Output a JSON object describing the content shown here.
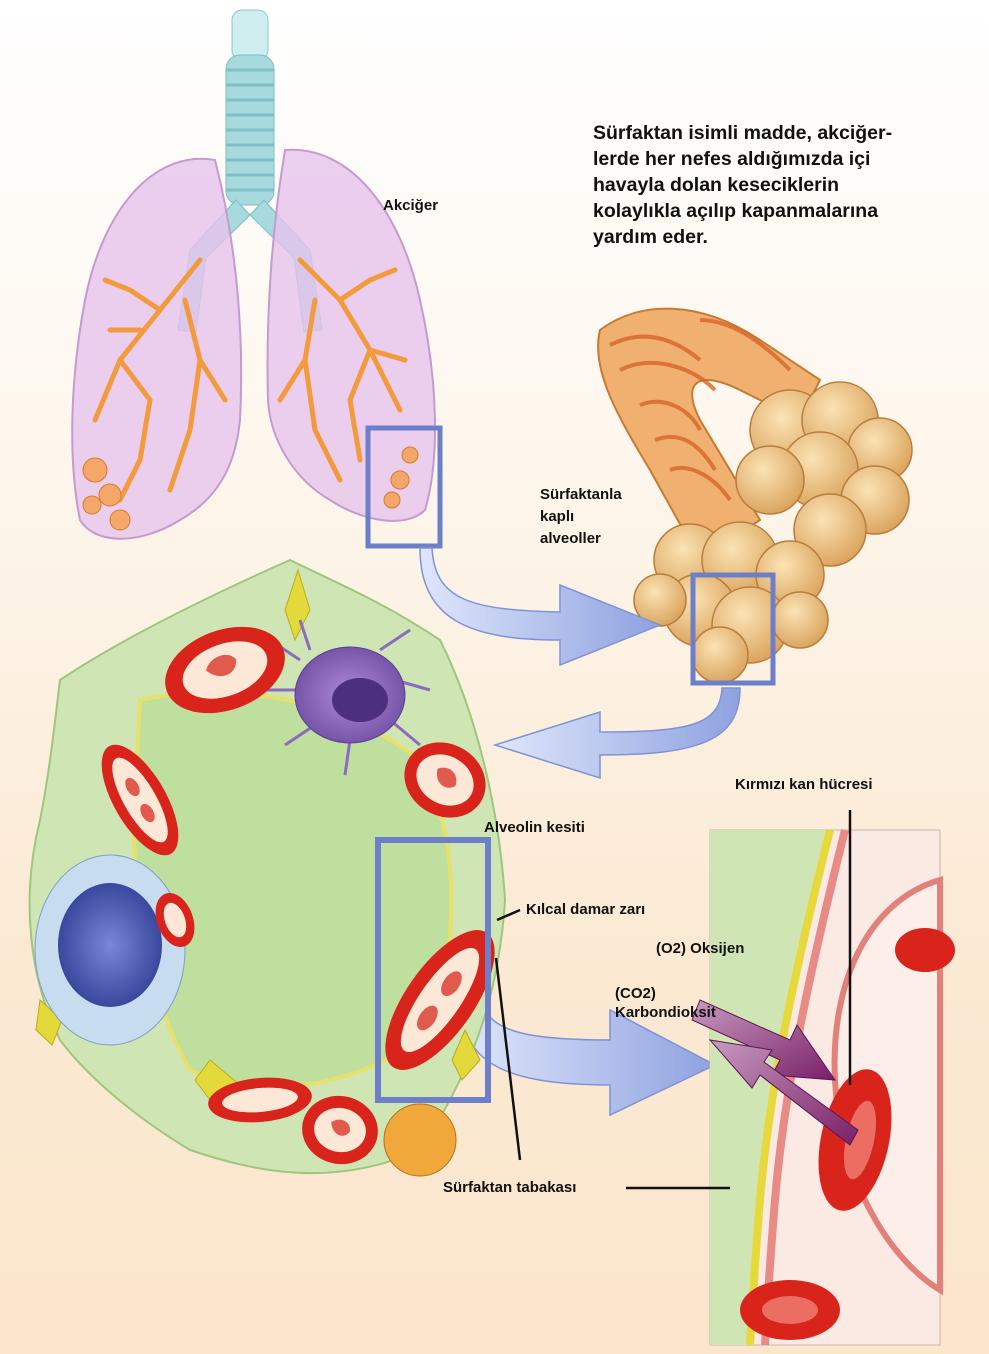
{
  "intro_text": [
    "Sürfaktan isimli madde, akciğer-",
    "lerde her nefes aldığımızda içi",
    "havayla dolan keseciklerin",
    "kolaylıkla açılıp kapanmalarına",
    "yardım eder."
  ],
  "labels": {
    "lung": "Akciğer",
    "coated_alveoli": [
      "Sürfaktanla",
      "kaplı",
      "alveoller"
    ],
    "alveolus_section": "Alveolin kesiti",
    "capillary_membrane": "Kılcal damar zarı",
    "red_blood_cell": "Kırmızı kan hücresi",
    "oxygen": "(O2) Oksijen",
    "co2": [
      "(CO2)",
      "Karbondioksit"
    ],
    "surfactant_layer": "Sürfaktan tabakası"
  },
  "colors": {
    "lung_fill": "#e6c3ec",
    "bronchi": "#f29a3c",
    "trachea": "#9fd6dc",
    "alveoli_cluster": "#eec07a",
    "alveolus_tissue": "#cfe6b4",
    "red_cell": "#d8241a",
    "zoom_frame": "#6d7fc9",
    "arrow": "#9fb0e4",
    "gas_arrow": "#8b2f7b"
  }
}
